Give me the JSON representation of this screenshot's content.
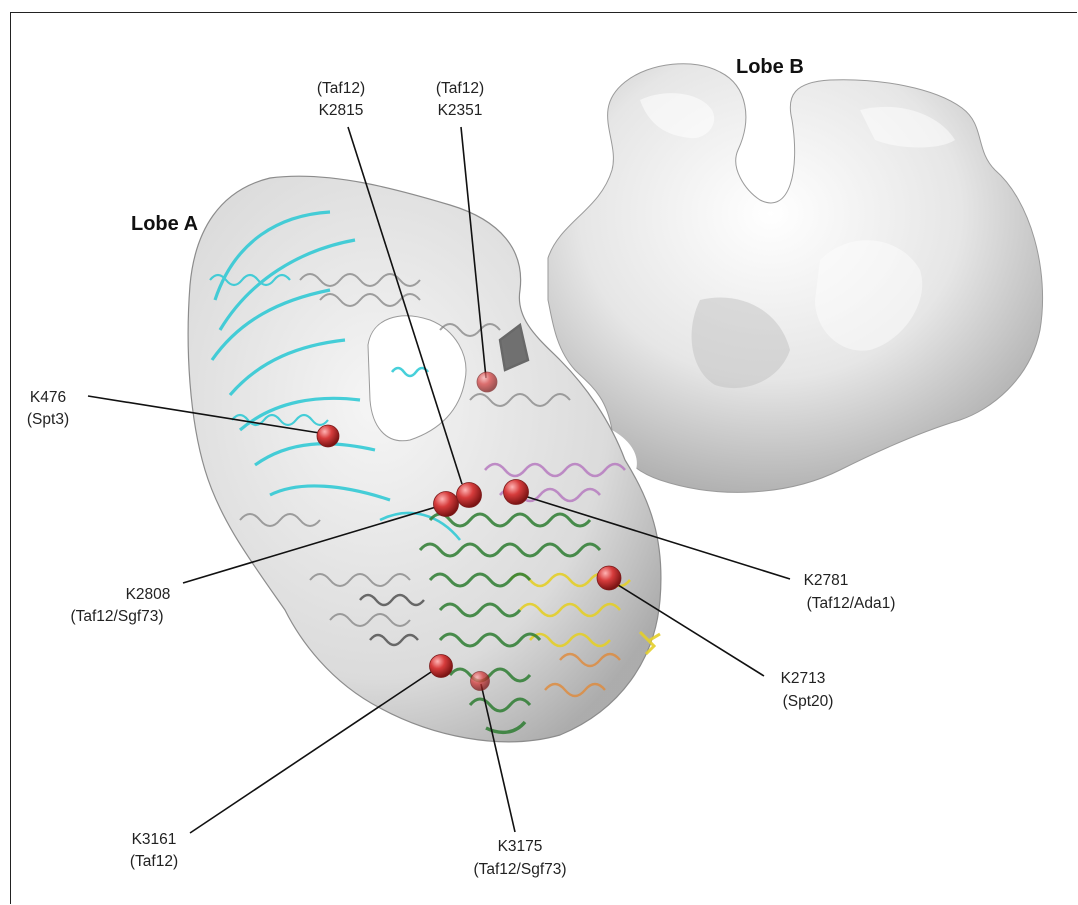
{
  "lobes": {
    "a": "Lobe A",
    "b": "Lobe B"
  },
  "sites": [
    {
      "id": "k2815",
      "line1": "(Taf12)",
      "line2": "K2815"
    },
    {
      "id": "k2351",
      "line1": "(Taf12)",
      "line2": "K2351"
    },
    {
      "id": "k476",
      "line1": "K476",
      "line2": "(Spt3)"
    },
    {
      "id": "k2808",
      "line1": "K2808",
      "line2": "(Taf12/Sgf73)"
    },
    {
      "id": "k2781",
      "line1": "K2781",
      "line2": "(Taf12/Ada1)"
    },
    {
      "id": "k2713",
      "line1": "K2713",
      "line2": "(Spt20)"
    },
    {
      "id": "k3161",
      "line1": "K3161",
      "line2": "(Taf12)"
    },
    {
      "id": "k3175",
      "line1": "K3175",
      "line2": "(Taf12/Sgf73)"
    }
  ],
  "colors": {
    "density": "#d9d9d9",
    "lobe_b": "#e3e3e3",
    "cyan_subunit": "#28c8d4",
    "green_subunit": "#2e7d32",
    "yellow_subunit": "#e4cf2a",
    "purple_subunit": "#b77cc0",
    "orange_subunit": "#e08a3a",
    "grey_subunit": "#8a8a8a",
    "crosslink_sphere": "#d23a3a"
  }
}
